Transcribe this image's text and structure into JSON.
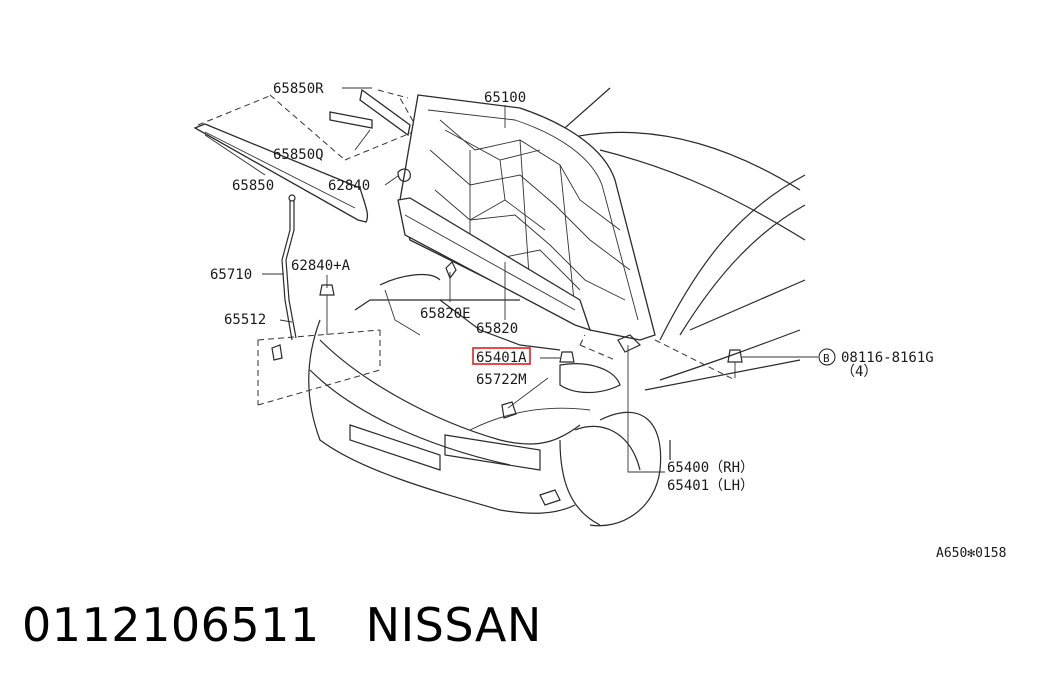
{
  "diagram": {
    "parts": {
      "p65850R": "65850R",
      "p65850Q": "65850Q",
      "p65850": "65850",
      "p62840": "62840",
      "p65100": "65100",
      "p65710": "65710",
      "p62840A": "62840+A",
      "p65512": "65512",
      "p65820E": "65820E",
      "p65820": "65820",
      "p65401A": "65401A",
      "p65722M": "65722M",
      "p65400": "65400（RH）",
      "p65401": "65401（LH）",
      "bolt_circle": "B",
      "bolt": "08116-8161G",
      "bolt_qty": "（4）"
    },
    "ref_code": "A650✻0158",
    "highlight_color": "#e02020"
  },
  "caption": {
    "part_number": "0112106511",
    "brand": "NISSAN"
  }
}
